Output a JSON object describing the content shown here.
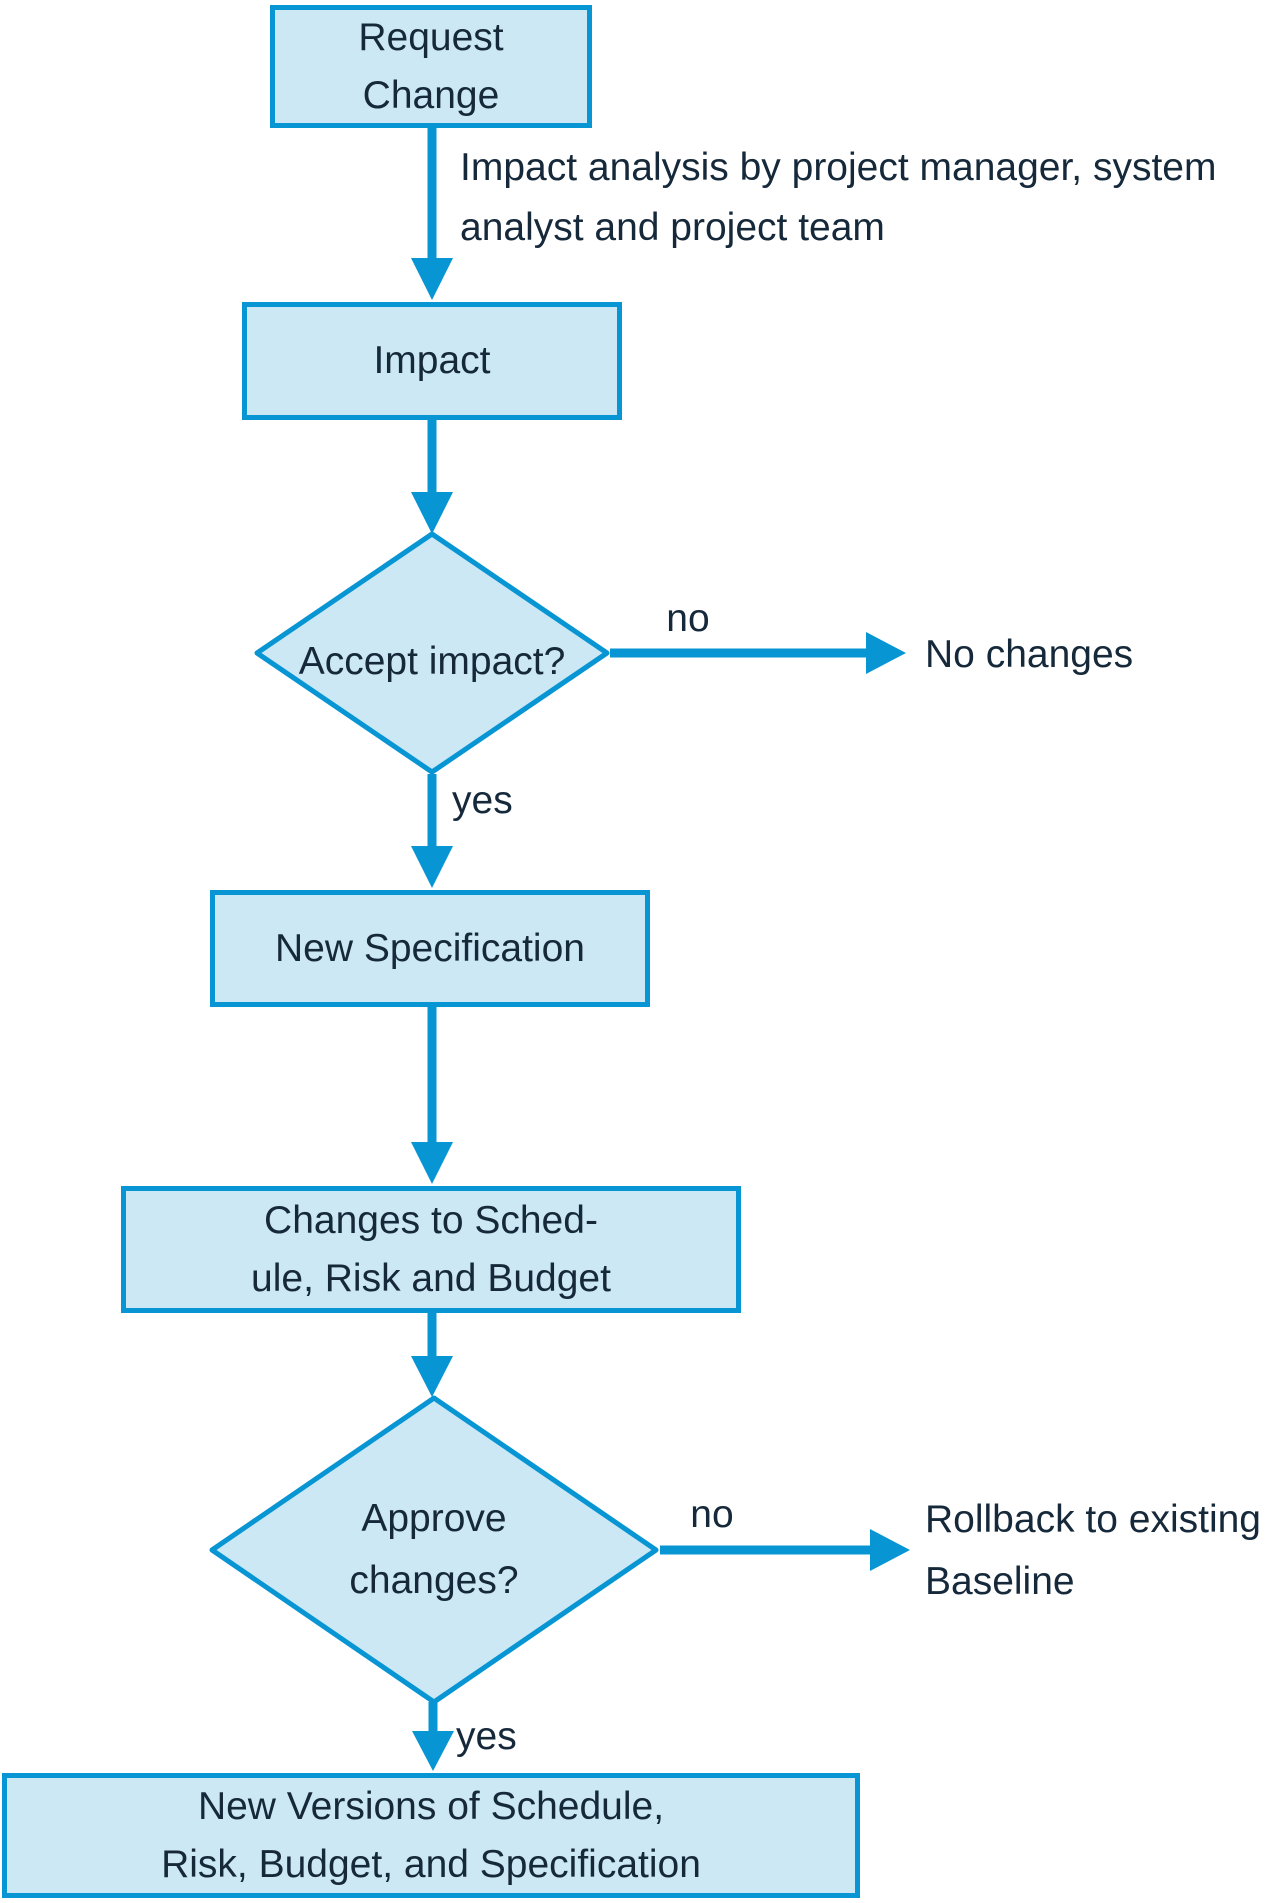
{
  "figure": {
    "kind": "flowchart",
    "description": "Change management process flowchart"
  },
  "colors": {
    "connector": "#0795d3",
    "node_stroke": "#0795d3",
    "node_fill": "#cce8f5",
    "text": "#16293b",
    "background": "#ffffff"
  },
  "nodes": {
    "request_change": {
      "label": "Request\nChange"
    },
    "impact": {
      "label": "Impact"
    },
    "accept_impact": {
      "label": "Accept impact?"
    },
    "new_specification": {
      "label": "New Specification"
    },
    "changes_schedule": {
      "label": "Changes to Sched-\nule, Risk and Budget"
    },
    "approve_changes": {
      "label": "Approve\nchanges?"
    },
    "new_versions": {
      "label": "New Versions of Schedule,\nRisk, Budget, and Specification"
    }
  },
  "edges": {
    "impact_analysis_note": "Impact analysis by project manager, system\nanalyst and project team",
    "accept_no_label": "no",
    "accept_yes_label": "yes",
    "approve_no_label": "no",
    "approve_yes_label": "yes"
  },
  "terminals": {
    "no_changes": "No changes",
    "rollback": "Rollback to existing\nBaseline"
  }
}
